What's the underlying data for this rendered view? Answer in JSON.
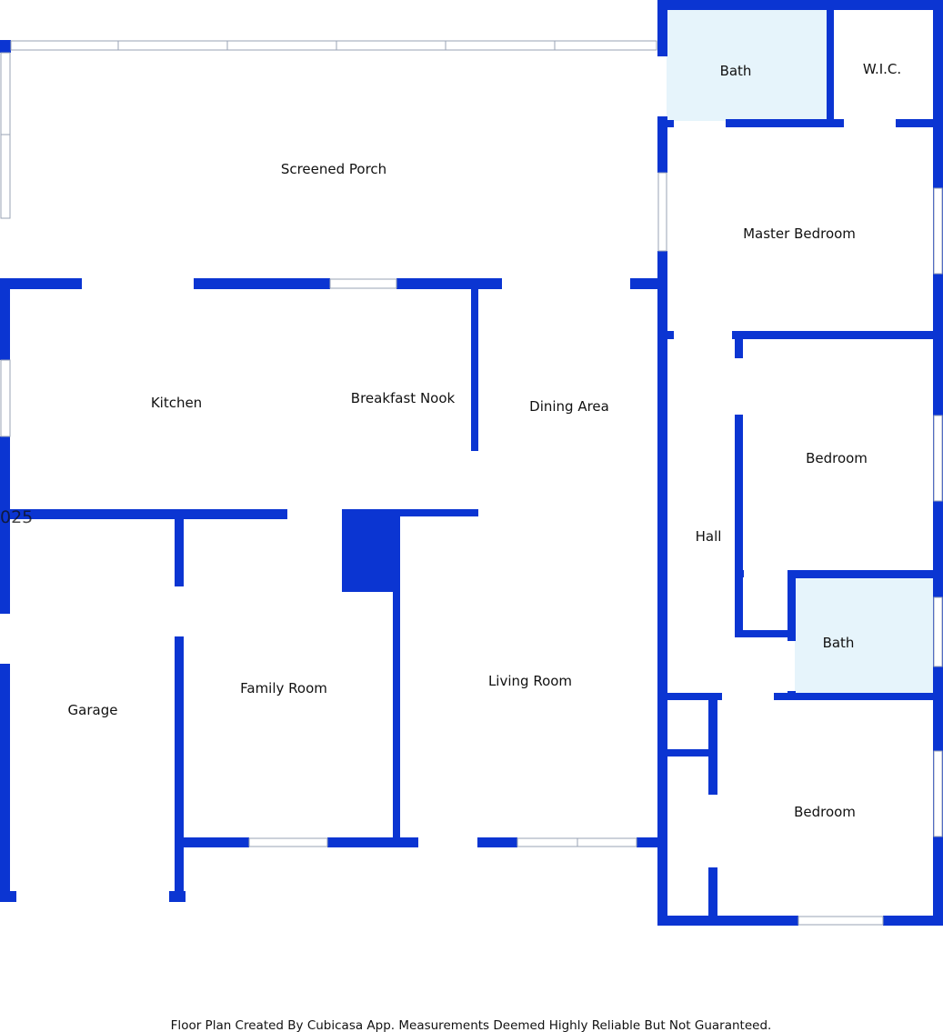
{
  "colors": {
    "wall": "#0b35d2",
    "bath_fill": "#e6f4fb",
    "window_fill": "#ffffff",
    "window_line": "#9aa3b5",
    "label": "#111111",
    "background": "#ffffff"
  },
  "rooms": {
    "screened_porch": "Screened Porch",
    "bath_master": "Bath",
    "wic": "W.I.C.",
    "master_bedroom": "Master Bedroom",
    "kitchen": "Kitchen",
    "breakfast_nook": "Breakfast Nook",
    "dining_area": "Dining Area",
    "hall": "Hall",
    "bedroom_1": "Bedroom",
    "bath_2": "Bath",
    "garage": "Garage",
    "family_room": "Family Room",
    "living_room": "Living Room",
    "bedroom_2": "Bedroom"
  },
  "watermark": "025",
  "footer": "Floor Plan Created By Cubicasa App. Measurements Deemed Highly Reliable But Not Guaranteed."
}
